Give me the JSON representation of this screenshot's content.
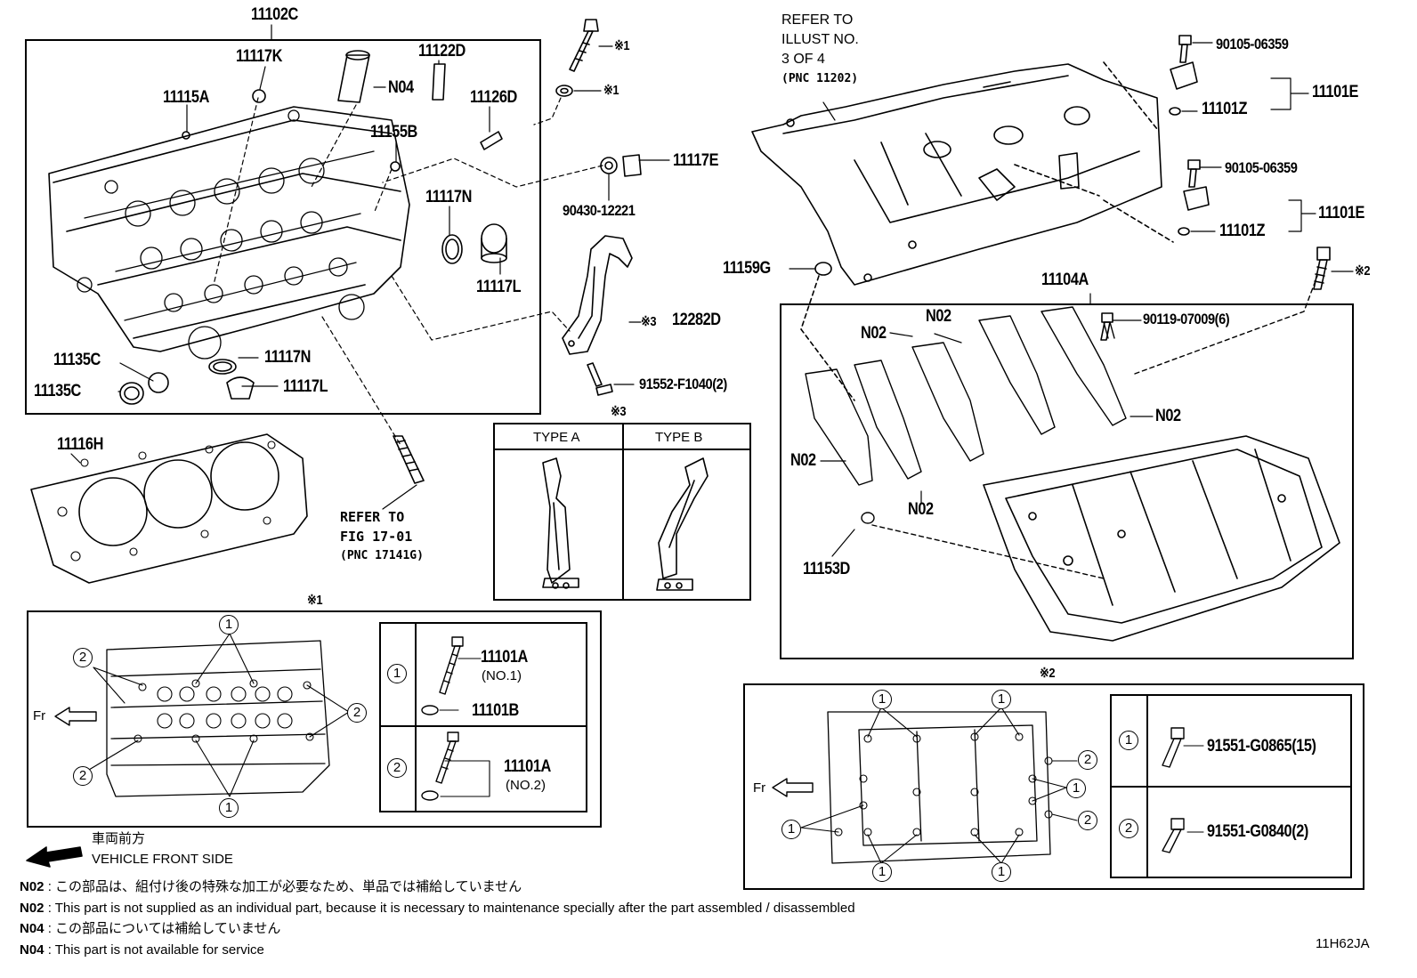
{
  "diagram": {
    "code": "11H62JA",
    "top_group_label": "11102C",
    "refer_illust": [
      "REFER TO",
      "ILLUST NO.",
      "3 OF 4",
      "(PNC 11202)"
    ],
    "refer_fig": [
      "REFER TO",
      "FIG 17-01",
      "(PNC 17141G)"
    ],
    "parts": {
      "p11117K": "11117K",
      "p11122D": "11122D",
      "p11115A": "11115A",
      "pN04": "N04",
      "p11126D": "11126D",
      "p11155B": "11155B",
      "p11117N_a": "11117N",
      "p11117L_a": "11117L",
      "p11135C_a": "11135C",
      "p11135C_b": "11135C",
      "p11117N_b": "11117N",
      "p11117L_b": "11117L",
      "p11116H": "11116H",
      "p11117E": "11117E",
      "p90430": "90430-12221",
      "p12282D": "12282D",
      "p91552": "91552-F1040(2)",
      "p90105a": "90105-06359",
      "p90105b": "90105-06359",
      "p11101Z_a": "11101Z",
      "p11101Z_b": "11101Z",
      "p11101E_a": "11101E",
      "p11101E_b": "11101E",
      "p11159G": "11159G",
      "p11104A": "11104A",
      "p90119": "90119-07009(6)",
      "pN02_1": "N02",
      "pN02_2": "N02",
      "pN02_3": "N02",
      "pN02_4": "N02",
      "pN02_5": "N02",
      "p11153D": "11153D"
    },
    "marks": {
      "m1a": "※1",
      "m1b": "※1",
      "m2": "※2",
      "m3": "※3"
    },
    "type_box": {
      "title": "※3",
      "type_a": "TYPE A",
      "type_b": "TYPE B"
    },
    "detail1": {
      "title": "※1",
      "fr": "Fr",
      "row1_part": "11101A",
      "row1_sub": "(NO.1)",
      "row1_washer": "11101B",
      "row2_part": "11101A",
      "row2_sub": "(NO.2)",
      "c1": "1",
      "c2": "2"
    },
    "detail2": {
      "title": "※2",
      "fr": "Fr",
      "row1_part": "91551-G0865(15)",
      "row2_part": "91551-G0840(2)",
      "c1": "1",
      "c2": "2"
    },
    "legend": {
      "front_jp": "車両前方",
      "front_en": "VEHICLE FRONT SIDE"
    },
    "notes": [
      {
        "code": "N02",
        "text": " : この部品は、組付け後の特殊な加工が必要なため、単品では補給していません"
      },
      {
        "code": "N02",
        "text": " : This part is not supplied as an individual part, because it is necessary to maintenance specially after the part assembled / disassembled"
      },
      {
        "code": "N04",
        "text": " : この部品については補給していません"
      },
      {
        "code": "N04",
        "text": " : This part is not available for service"
      }
    ]
  }
}
